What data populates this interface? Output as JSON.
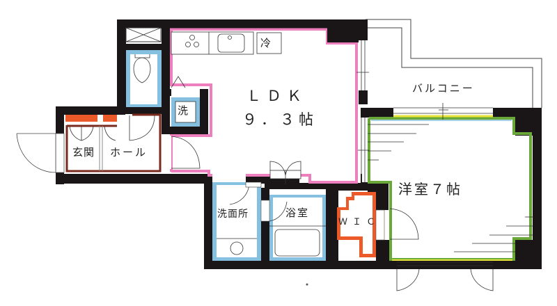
{
  "floor_plan": {
    "type": "apartment floor plan",
    "layout": "1LDK",
    "rooms": [
      {
        "id": "ldk",
        "label": "ＬＤＫ",
        "size_label": "９．３帖",
        "size_jo": 9.3,
        "border_color": "#ee7fbf"
      },
      {
        "id": "western_room",
        "label": "洋室７帖",
        "size_jo": 7,
        "border_color": "#6aa83a"
      },
      {
        "id": "balcony",
        "label": "バルコニー"
      },
      {
        "id": "entrance",
        "label": "玄関",
        "border_color": "#7a2a1e"
      },
      {
        "id": "hall",
        "label": "ホール",
        "border_color": "#7a2a1e"
      },
      {
        "id": "washroom",
        "label": "洗面所",
        "border_color": "#86c0e0"
      },
      {
        "id": "bathroom",
        "label": "浴室",
        "border_color": "#86c0e0"
      },
      {
        "id": "wic",
        "label": "ＷＩＣ",
        "border_color": "#ec5a2a"
      },
      {
        "id": "toilet",
        "label": "",
        "border_color": "#86c0e0"
      }
    ],
    "fixtures": {
      "washing_machine": "洗",
      "refrigerator": "冷",
      "stove": "3-burner-icon",
      "sink": "sink-icon"
    },
    "colors": {
      "wall": "#1a1617",
      "ldk_border": "#ee7fbf",
      "western_border": "#6aa83a",
      "western_inner": "#e8e43a",
      "wet_area_border": "#86c0e0",
      "wic_border": "#ec5a2a",
      "entrance_border": "#7a2a1e",
      "shoe_box": "#ec5a2a",
      "line": "#333333"
    }
  }
}
